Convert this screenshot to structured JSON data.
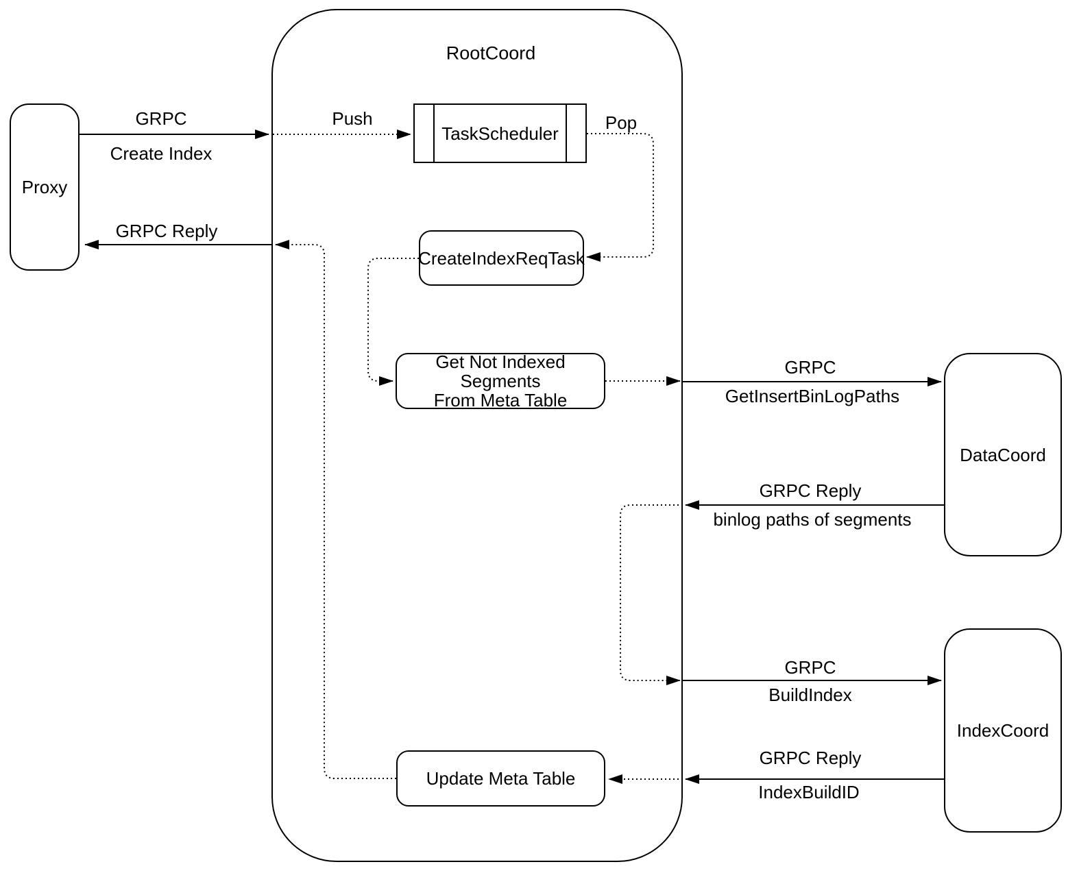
{
  "title": "RootCoord",
  "nodes": {
    "proxy": {
      "label": "Proxy"
    },
    "rootcoord": {
      "label": "RootCoord"
    },
    "task_scheduler": {
      "label": "TaskScheduler"
    },
    "create_index_req_task": {
      "label": "CreateIndexReqTask"
    },
    "get_not_indexed_segments": {
      "line1": "Get Not Indexed Segments",
      "line2": "From Meta Table"
    },
    "update_meta_table": {
      "label": "Update Meta Table"
    },
    "data_coord": {
      "label": "DataCoord"
    },
    "index_coord": {
      "label": "IndexCoord"
    }
  },
  "edge_labels": {
    "grpc_create_index": {
      "line1": "GRPC",
      "line2": "Create Index"
    },
    "push": "Push",
    "pop": "Pop",
    "grpc_reply_to_proxy": "GRPC Reply",
    "grpc_get_insert_binlog_paths": {
      "line1": "GRPC",
      "line2": "GetInsertBinLogPaths"
    },
    "grpc_reply_binlog_paths": {
      "line1": "GRPC Reply",
      "line2": "binlog paths of segments"
    },
    "grpc_build_index": {
      "line1": "GRPC",
      "line2": "BuildIndex"
    },
    "grpc_reply_index_build_id": {
      "line1": "GRPC Reply",
      "line2": "IndexBuildID"
    }
  },
  "colors": {
    "stroke": "#000000",
    "background": "#ffffff",
    "text": "#000000"
  }
}
